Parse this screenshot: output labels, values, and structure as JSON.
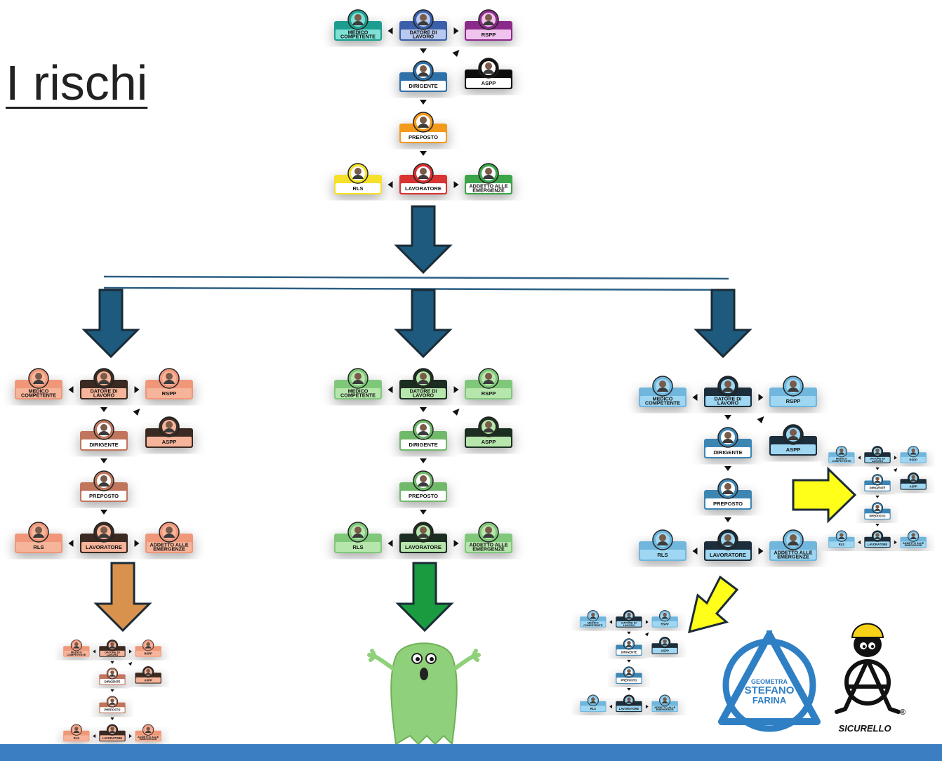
{
  "title": "I rischi",
  "roles": {
    "medico": "MEDICO COMPETENTE",
    "datore": "DATORE DI LAVORO",
    "rspp": "RSPP",
    "dirigente": "DIRIGENTE",
    "aspp": "ASPP",
    "preposto": "PREPOSTO",
    "rls": "RLS",
    "lavoratore": "LAVORATORE",
    "addetto": "ADDETTO ALLE EMERGENZE"
  },
  "logos": {
    "geometra_line1": "GEOMETRA",
    "geometra_line2": "STEFANO",
    "geometra_line3": "FARINA",
    "sicurello": "SICURELLO",
    "sicurello_sup": "®"
  },
  "colors": {
    "arrow_main": "#1d5a7e",
    "arrow_orange": "#d9924e",
    "arrow_green": "#1a9b40",
    "arrow_yellow": "#ffff1a",
    "ghost": "#8fd17a",
    "bottom_bar": "#3b7fc2"
  }
}
